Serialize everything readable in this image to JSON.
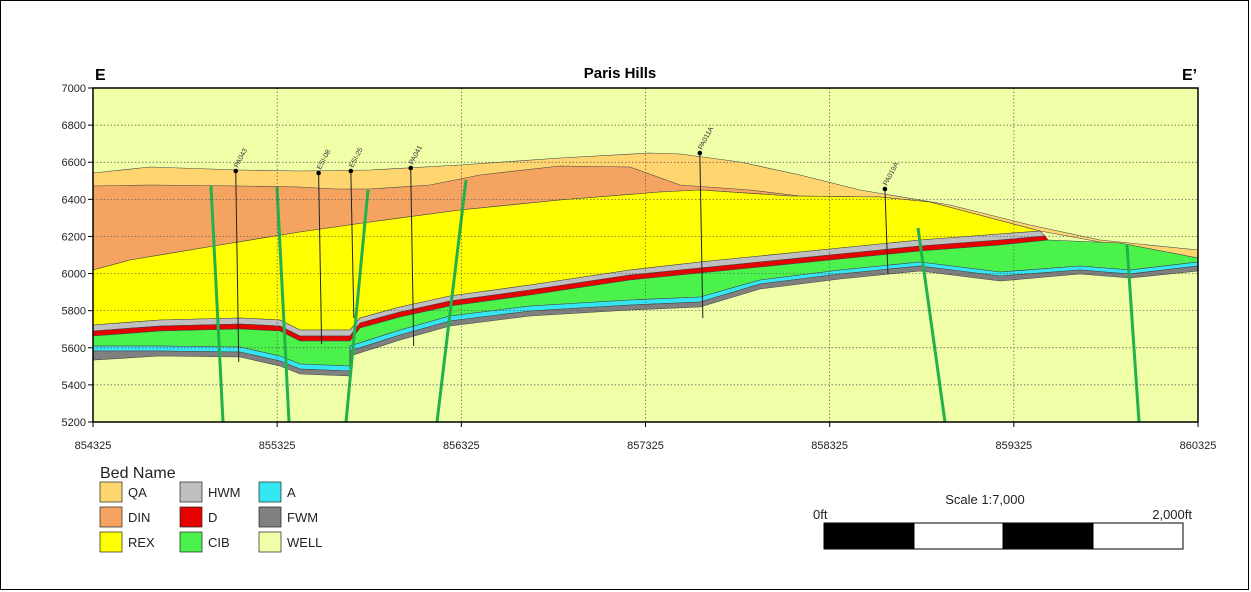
{
  "title": "Paris Hills",
  "section_start_label": "E",
  "section_end_label": "E’",
  "y_axis": {
    "min": 5200,
    "max": 7000,
    "ticks": [
      "7000",
      "6800",
      "6600",
      "6400",
      "6200",
      "6000",
      "5800",
      "5600",
      "5400",
      "5200"
    ]
  },
  "x_axis": {
    "min": 854325,
    "max": 860325,
    "ticks": [
      "854325",
      "855325",
      "856325",
      "857325",
      "858325",
      "859325",
      "860325"
    ]
  },
  "wells": [
    {
      "name": "PA043",
      "easting": 855100
    },
    {
      "name": "ESI-08",
      "easting": 855550
    },
    {
      "name": "ESI-25",
      "easting": 855725
    },
    {
      "name": "PA041",
      "easting": 856050
    },
    {
      "name": "PA011A",
      "easting": 857620
    },
    {
      "name": "PA019A",
      "easting": 858625
    }
  ],
  "legend": {
    "title": "Bed Name",
    "items": [
      {
        "label": "QA",
        "color": "#FFD56F"
      },
      {
        "label": "HWM",
        "color": "#BFBFBF"
      },
      {
        "label": "A",
        "color": "#33E6F2"
      },
      {
        "label": "DIN",
        "color": "#F4A460"
      },
      {
        "label": "D",
        "color": "#E60000"
      },
      {
        "label": "FWM",
        "color": "#808080"
      },
      {
        "label": "REX",
        "color": "#FFFF00"
      },
      {
        "label": "CIB",
        "color": "#4CF24C"
      },
      {
        "label": "WELL",
        "color": "#EEFFA8"
      }
    ]
  },
  "scale_bar": {
    "title": "Scale 1:7,000",
    "start_label": "0ft",
    "end_label": "2,000ft"
  }
}
